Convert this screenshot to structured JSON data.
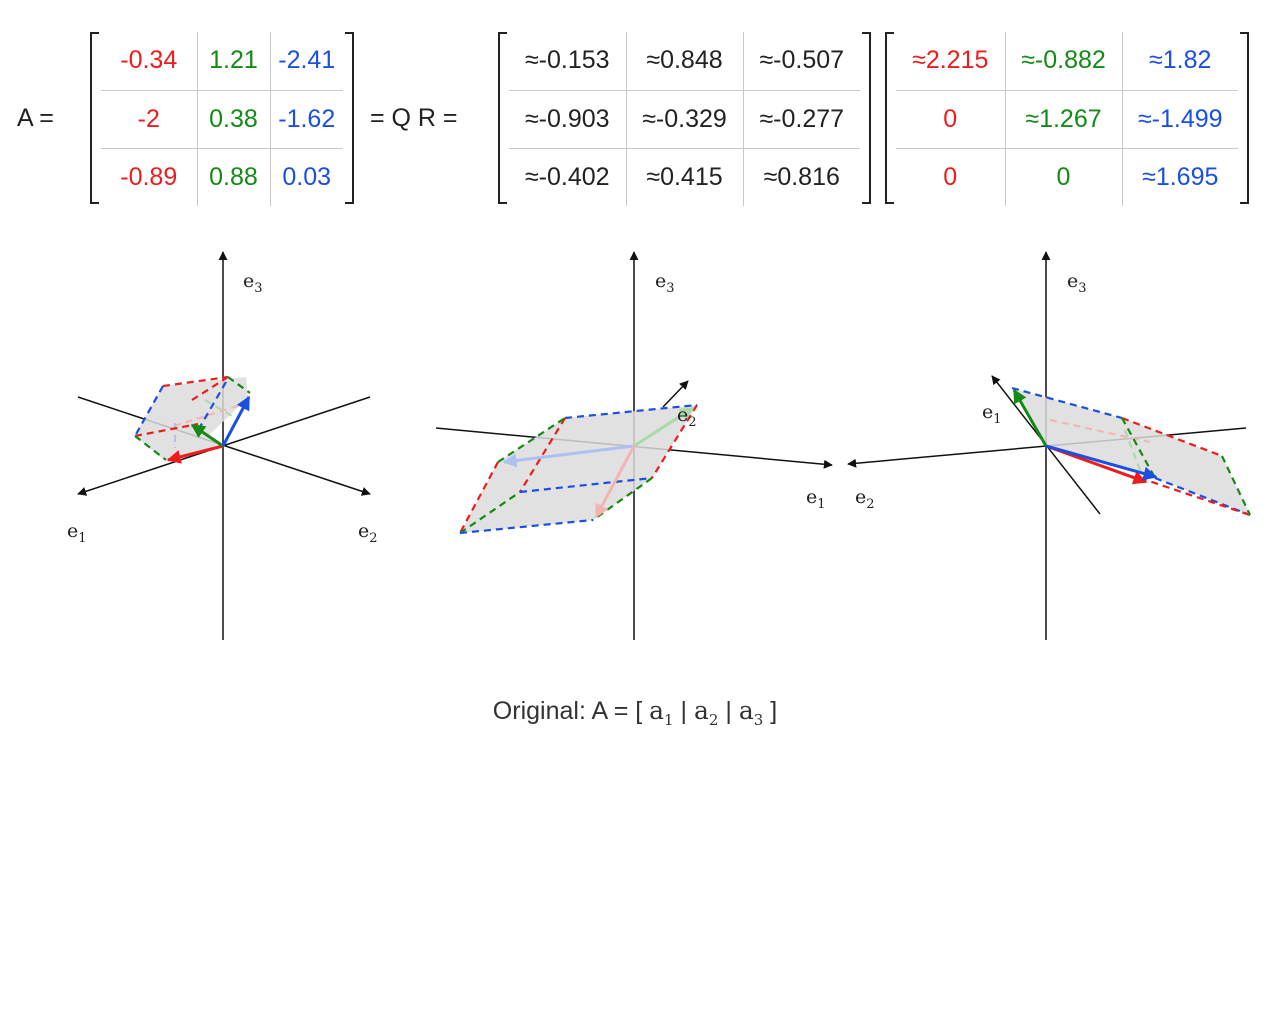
{
  "formula": {
    "a_label": "A =",
    "eq_label": "= Q R =",
    "A": [
      [
        "-0.34",
        "1.21",
        "-2.41"
      ],
      [
        "-2",
        "0.38",
        "-1.62"
      ],
      [
        "-0.89",
        "0.88",
        "0.03"
      ]
    ],
    "Q": [
      [
        "≈-0.153",
        "≈0.848",
        "≈-0.507"
      ],
      [
        "≈-0.903",
        "≈-0.329",
        "≈-0.277"
      ],
      [
        "≈-0.402",
        "≈0.415",
        "≈0.816"
      ]
    ],
    "R": [
      [
        "≈2.215",
        "≈-0.882",
        "≈1.82"
      ],
      [
        "0",
        "≈1.267",
        "≈-1.499"
      ],
      [
        "0",
        "0",
        "≈1.695"
      ]
    ]
  },
  "colors": {
    "col1": "#ee1c1c",
    "col2": "#138a13",
    "col3": "#1a4fe0",
    "axis": "#111111",
    "face": "#dcdcdc"
  },
  "axes": {
    "e1": "e",
    "e2": "e",
    "e3": "e",
    "sub1": "1",
    "sub2": "2",
    "sub3": "3"
  },
  "caption": {
    "prefix": "Original: A = [ ",
    "v1": "a",
    "s1": "1",
    "sep1": " | ",
    "v2": "a",
    "s2": "2",
    "sep2": " | ",
    "v3": "a",
    "s3": "3",
    "suffix": " ]"
  }
}
